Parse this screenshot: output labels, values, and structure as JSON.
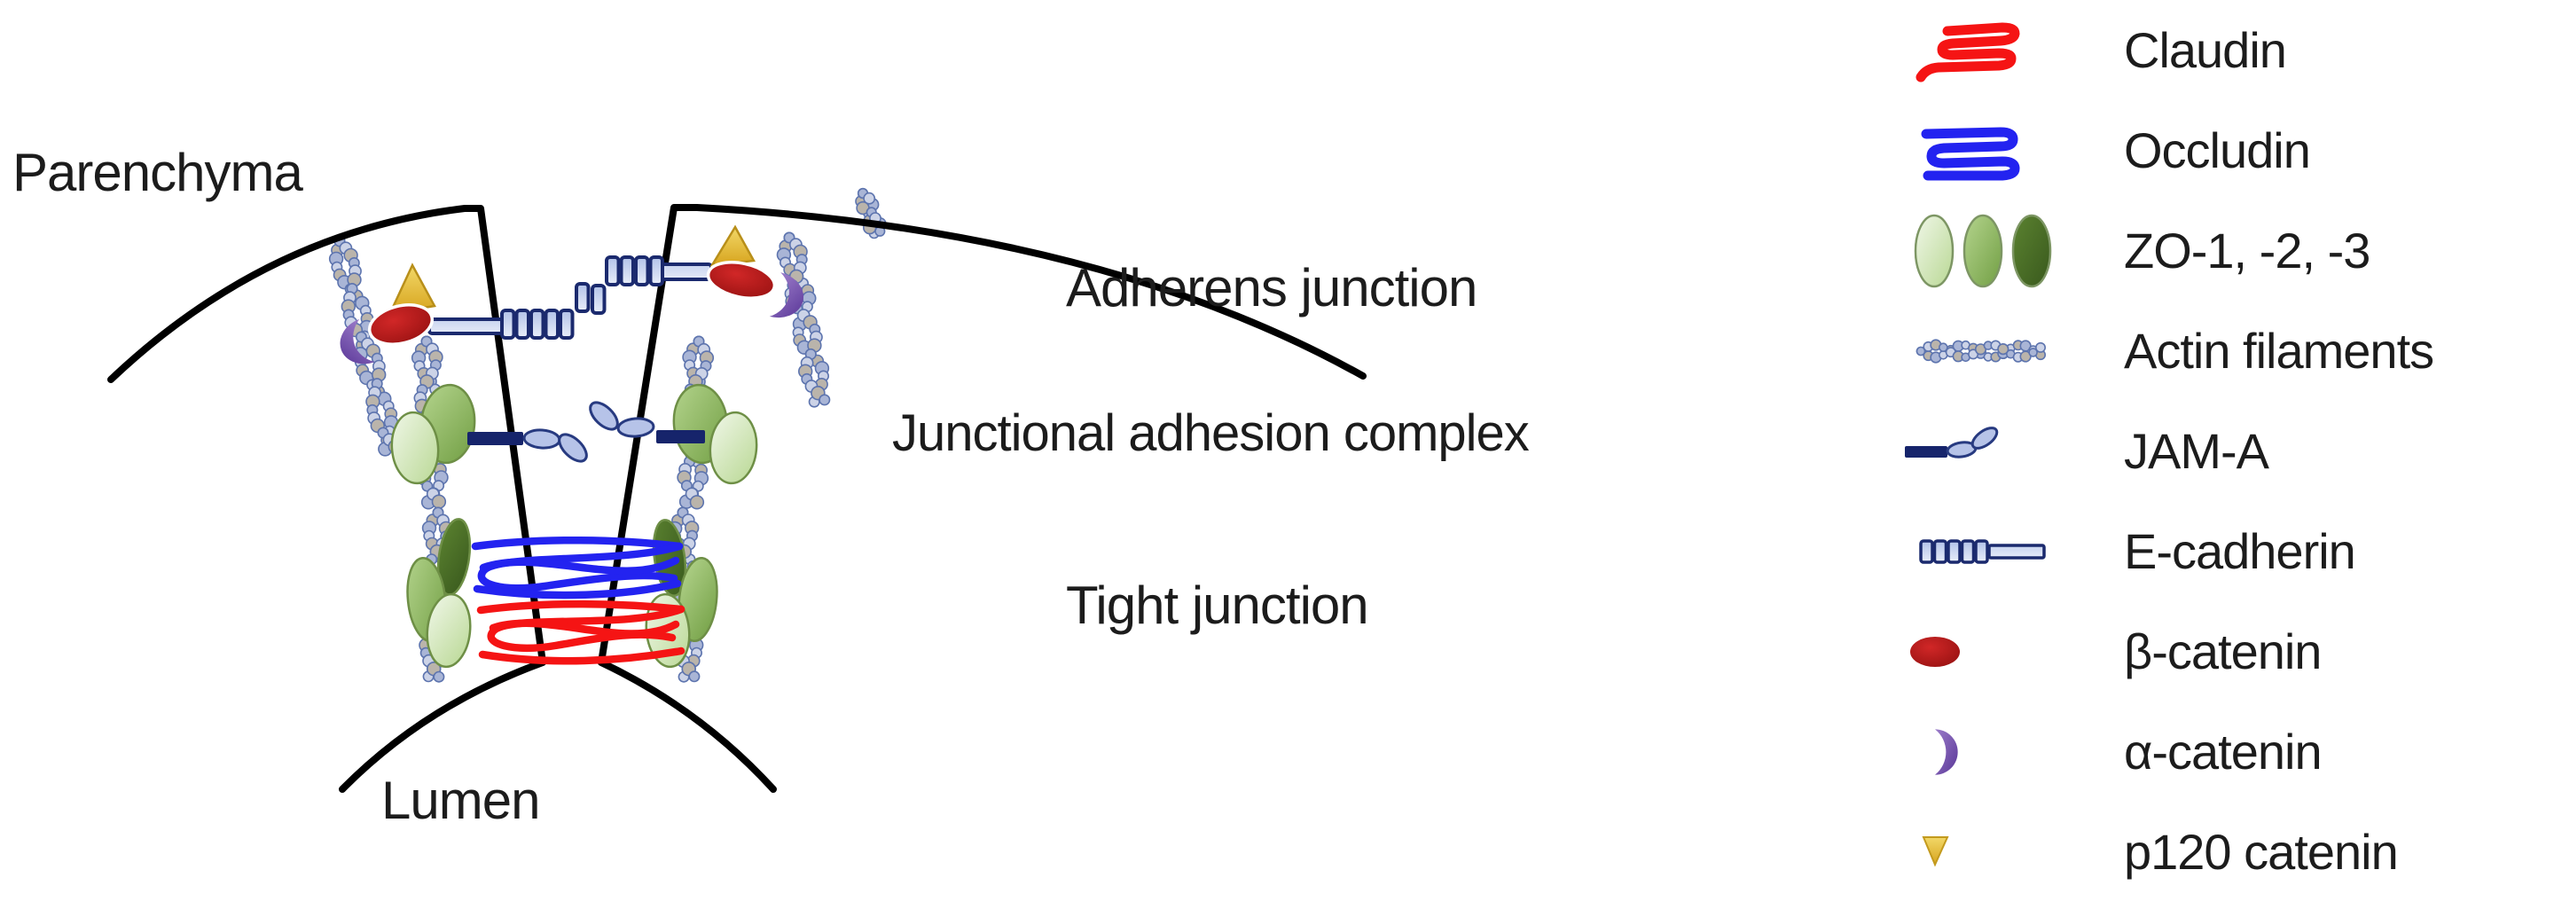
{
  "labels": {
    "parenchyma": "Parenchyma",
    "lumen": "Lumen",
    "adherens_junction": "Adherens junction",
    "junctional_adhesion_complex": "Junctional adhesion complex",
    "tight_junction": "Tight junction"
  },
  "legend": {
    "items": [
      {
        "id": "claudin",
        "label": "Claudin"
      },
      {
        "id": "occludin",
        "label": "Occludin"
      },
      {
        "id": "zo",
        "label": "ZO-1, -2, -3"
      },
      {
        "id": "actin",
        "label": "Actin filaments"
      },
      {
        "id": "jam-a",
        "label": "JAM-A"
      },
      {
        "id": "e-cadherin",
        "label": "E-cadherin"
      },
      {
        "id": "beta-catenin",
        "label": "β-catenin"
      },
      {
        "id": "alpha-catenin",
        "label": "α-catenin"
      },
      {
        "id": "p120-catenin",
        "label": "p120 catenin"
      }
    ]
  },
  "colors": {
    "claudin": "#f51414",
    "occludin": "#2323f0",
    "zo_light": "#cfe6b4",
    "zo_medium": "#8dbd5d",
    "zo_dark": "#4a7429",
    "actin_bead_a": "#ccd3e7",
    "actin_bead_b": "#a9b5d6",
    "actin_bead_c": "#bab4ab",
    "actin_stroke": "#5d74ae",
    "jam_bar": "#16246b",
    "jam_ellipse": "#b6c3e8",
    "ecadherin_stroke": "#1b2a6e",
    "beta_catenin": "#a81414",
    "alpha_catenin": "#7a4fb0",
    "p120_catenin": "#e8bc33",
    "membrane": "#000000",
    "text": "#1c1c1c"
  }
}
